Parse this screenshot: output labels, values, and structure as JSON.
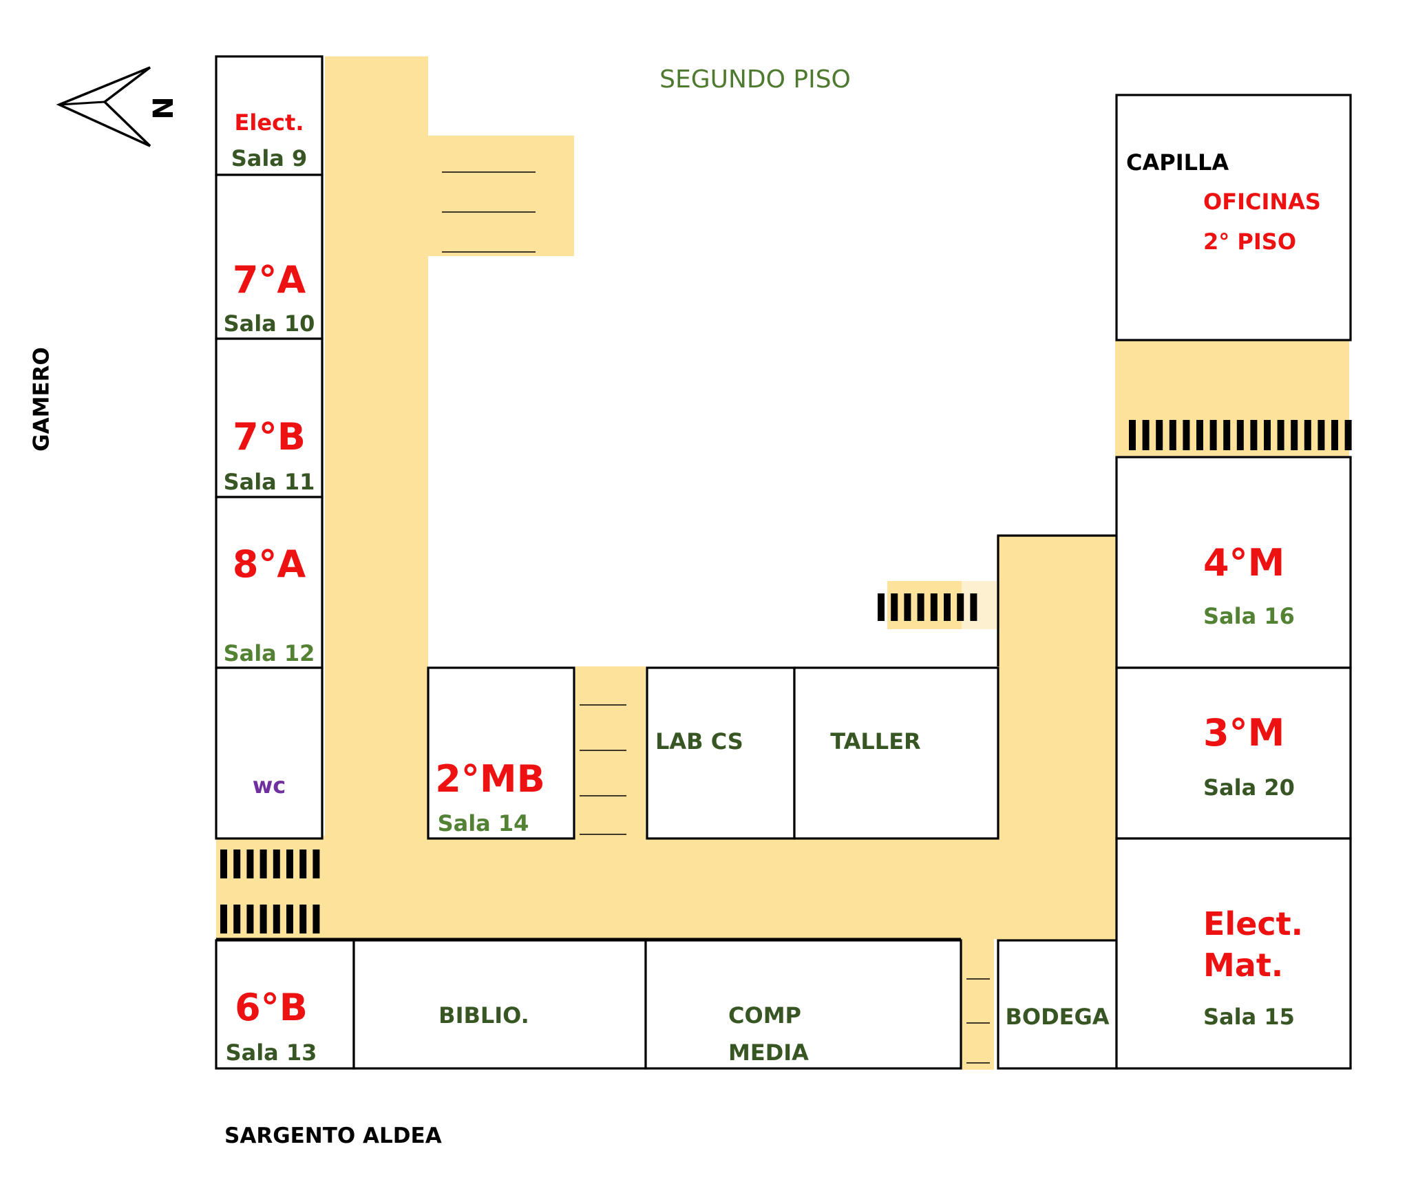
{
  "floor_title": "SEGUNDO PISO",
  "streets": {
    "left": "GAMERO",
    "bottom": "SARGENTO ALDEA"
  },
  "compass": {
    "letter": "N",
    "icon": "north-arrow-icon"
  },
  "colors": {
    "corridor": "#fde29c",
    "corridor_light": "#fdf0d0",
    "course": "#ee1111",
    "room_green": "#375623",
    "sala_light_green": "#548235",
    "title_green": "#4e7a30",
    "wc": "#7030a0",
    "black": "#000000"
  },
  "rooms": {
    "sala9": {
      "tag": "Elect.",
      "sala": "Sala 9"
    },
    "sala10": {
      "course": "7°A",
      "sala": "Sala 10"
    },
    "sala11": {
      "course": "7°B",
      "sala": "Sala 11"
    },
    "sala12": {
      "course": "8°A",
      "sala": "Sala 12"
    },
    "wc": {
      "label": "wc"
    },
    "sala13": {
      "course": "6°B",
      "sala": "Sala 13"
    },
    "biblio": {
      "label": "BIBLIO."
    },
    "comp_media": {
      "line1": "COMP",
      "line2": "MEDIA"
    },
    "bodega": {
      "label": "BODEGA"
    },
    "sala14": {
      "course": "2°MB",
      "sala": "Sala 14"
    },
    "lab_cs": {
      "label": "LAB CS"
    },
    "taller": {
      "label": "TALLER"
    },
    "capilla": {
      "label": "CAPILLA",
      "line1": "OFICINAS",
      "line2": "2° PISO"
    },
    "sala16": {
      "course": "4°M",
      "sala": "Sala 16"
    },
    "sala20": {
      "course": "3°M",
      "sala": "Sala 20"
    },
    "sala15": {
      "line1": "Elect.",
      "line2": "Mat.",
      "sala": "Sala 15"
    }
  }
}
